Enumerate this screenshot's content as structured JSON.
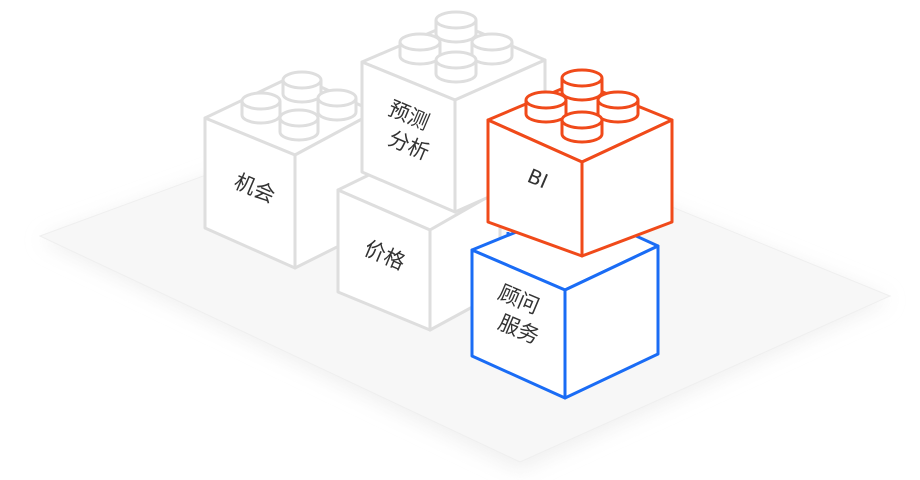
{
  "blocks": [
    {
      "id": "jihui",
      "lines": [
        "机会"
      ],
      "state": "inactive"
    },
    {
      "id": "jiage",
      "lines": [
        "价格"
      ],
      "state": "inactive"
    },
    {
      "id": "yuce",
      "lines": [
        "预测",
        "分析"
      ],
      "state": "inactive"
    },
    {
      "id": "guwen",
      "lines": [
        "顾问",
        "服务"
      ],
      "state": "highlight-blue"
    },
    {
      "id": "bi",
      "lines": [
        "BI"
      ],
      "state": "highlight-orange"
    }
  ],
  "colors": {
    "inactive_stroke": "#dedede",
    "blue_stroke": "#1a6cf5",
    "orange_stroke": "#f04a1a",
    "text": "#333333",
    "platform": "#f7f7f7"
  }
}
